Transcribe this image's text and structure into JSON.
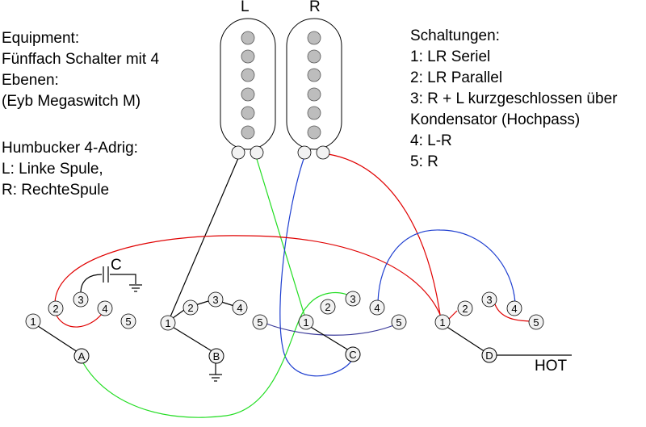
{
  "pickups": {
    "left_label": "L",
    "right_label": "R"
  },
  "equipment": {
    "lines": [
      "Equipment:",
      "Fünffach Schalter mit 4",
      "Ebenen:",
      "(Eyb Megaswitch M)"
    ]
  },
  "humbucker": {
    "lines": [
      "Humbucker 4-Adrig:",
      "L: Linke Spule,",
      "R: RechteSpule"
    ]
  },
  "schaltungen": {
    "lines": [
      "Schaltungen:",
      "1: LR Seriel",
      "2: LR Parallel",
      "3: R + L kurzgeschlossen über",
      "Kondensator (Hochpass)",
      "4: L-R",
      "5: R"
    ]
  },
  "capacitor_label": "C",
  "output_label": "HOT",
  "switch_levels": [
    {
      "pole": "A",
      "positions": [
        "1",
        "2",
        "3",
        "4",
        "5"
      ]
    },
    {
      "pole": "B",
      "positions": [
        "1",
        "2",
        "3",
        "4"
      ]
    },
    {
      "pole": "C",
      "positions": [
        "5",
        "1",
        "2",
        "3",
        "4",
        "5"
      ]
    },
    {
      "pole": "D",
      "positions": [
        "1",
        "2",
        "3",
        "4",
        "5"
      ]
    }
  ],
  "wire_colors": {
    "black": "#000000",
    "red": "#e00000",
    "green": "#22dd22",
    "blue": "#1f3fd0",
    "navy": "#3a3a9a"
  }
}
